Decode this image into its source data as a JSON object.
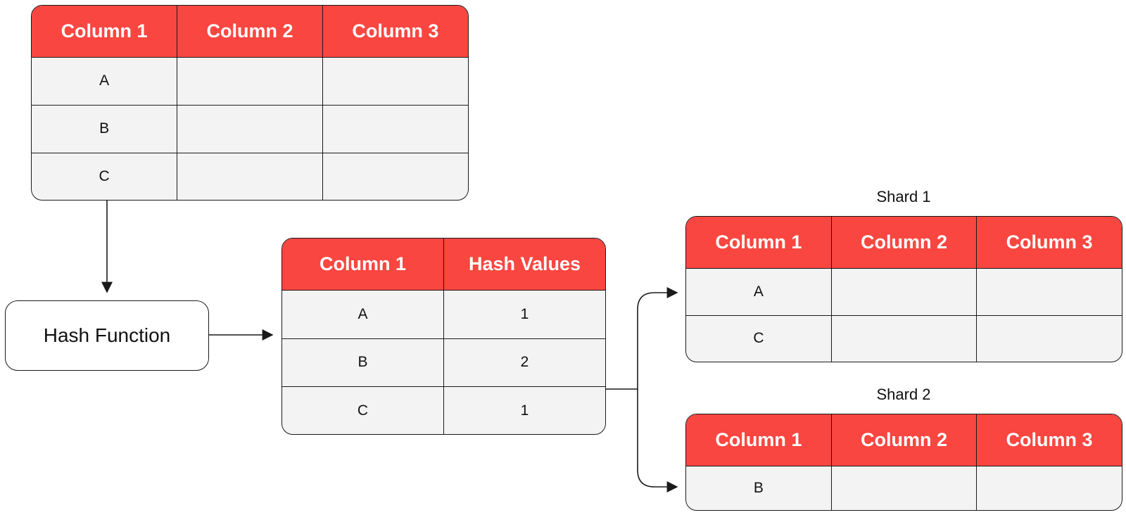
{
  "source_table": {
    "headers": [
      "Column 1",
      "Column 2",
      "Column 3"
    ],
    "rows": [
      [
        "A",
        "",
        ""
      ],
      [
        "B",
        "",
        ""
      ],
      [
        "C",
        "",
        ""
      ]
    ]
  },
  "hash_function": {
    "label": "Hash Function"
  },
  "hash_table": {
    "headers": [
      "Column 1",
      "Hash Values"
    ],
    "rows": [
      [
        "A",
        "1"
      ],
      [
        "B",
        "2"
      ],
      [
        "C",
        "1"
      ]
    ]
  },
  "shard1": {
    "title": "Shard 1",
    "headers": [
      "Column 1",
      "Column 2",
      "Column 3"
    ],
    "rows": [
      [
        "A",
        "",
        ""
      ],
      [
        "C",
        "",
        ""
      ]
    ]
  },
  "shard2": {
    "title": "Shard 2",
    "headers": [
      "Column 1",
      "Column 2",
      "Column 3"
    ],
    "rows": [
      [
        "B",
        "",
        ""
      ]
    ]
  },
  "colors": {
    "header": "#fa4640",
    "cell": "#f3f3f3",
    "border": "#1a1a1a"
  }
}
